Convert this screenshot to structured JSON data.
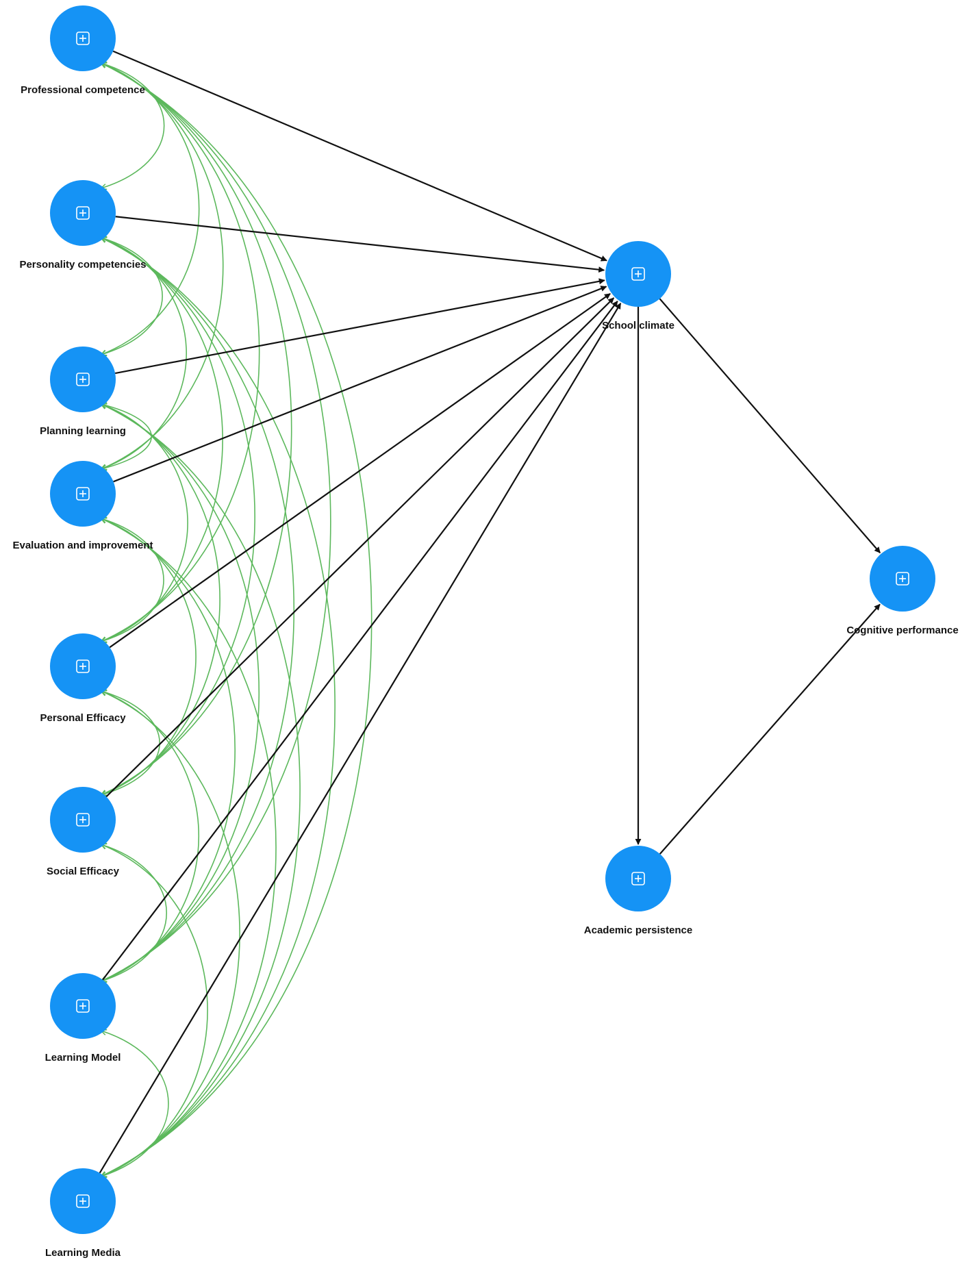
{
  "colors": {
    "node": "#1593f5",
    "path": "#111111",
    "correlation": "#5cb85c",
    "label": "#111111"
  },
  "icon": "expand-plus-icon",
  "nodes": [
    {
      "id": "pc",
      "label": "Professional competence"
    },
    {
      "id": "pec",
      "label": "Personality competencies"
    },
    {
      "id": "pl",
      "label": "Planning learning"
    },
    {
      "id": "ei",
      "label": "Evaluation and improvement"
    },
    {
      "id": "pe",
      "label": "Personal Efficacy"
    },
    {
      "id": "se",
      "label": "Social Efficacy"
    },
    {
      "id": "lm",
      "label": "Learning Model"
    },
    {
      "id": "lme",
      "label": "Learning Media"
    },
    {
      "id": "sc",
      "label": "School climate"
    },
    {
      "id": "ap",
      "label": "Academic persistence"
    },
    {
      "id": "cp",
      "label": "Cognitive performance"
    }
  ],
  "paths": [
    {
      "from": "pc",
      "to": "sc"
    },
    {
      "from": "pec",
      "to": "sc"
    },
    {
      "from": "pl",
      "to": "sc"
    },
    {
      "from": "ei",
      "to": "sc"
    },
    {
      "from": "pe",
      "to": "sc"
    },
    {
      "from": "se",
      "to": "sc"
    },
    {
      "from": "lm",
      "to": "sc"
    },
    {
      "from": "lme",
      "to": "sc"
    },
    {
      "from": "sc",
      "to": "ap"
    },
    {
      "from": "sc",
      "to": "cp"
    },
    {
      "from": "ap",
      "to": "cp"
    }
  ],
  "correlated_group": [
    "pc",
    "pec",
    "pl",
    "ei",
    "pe",
    "se",
    "lm",
    "lme"
  ]
}
